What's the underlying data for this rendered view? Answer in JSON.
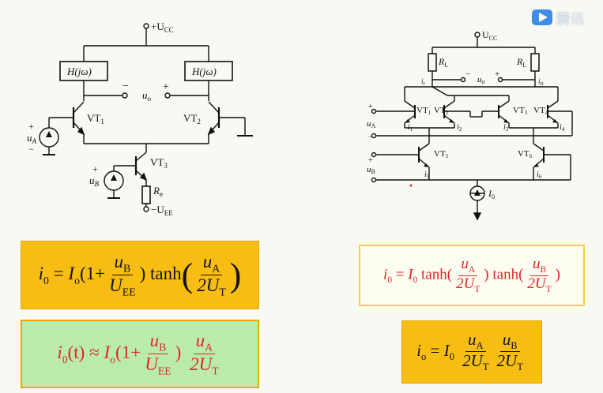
{
  "watermark": {
    "text": "腾讯"
  },
  "left_circuit": {
    "vcc": "+U",
    "vcc_sub": "CC",
    "h_left": "H(jω)",
    "h_right": "H(jω)",
    "uo": "u",
    "uo_sub": "o",
    "minus": "−",
    "plus": "+",
    "vt1": "VT",
    "vt1_sub": "1",
    "vt2": "VT",
    "vt2_sub": "2",
    "vt3": "VT",
    "vt3_sub": "3",
    "ua": "u",
    "ua_sub": "A",
    "ub": "u",
    "ub_sub": "B",
    "re": "R",
    "re_sub": "e",
    "vee": "−U",
    "vee_sub": "EE"
  },
  "right_circuit": {
    "vcc": "U",
    "vcc_sub": "CC",
    "rl1": "R",
    "rl1_sub": "L",
    "rl2": "R",
    "rl2_sub": "L",
    "i_left": "i",
    "i_left_sub": "I",
    "i_right": "i",
    "i_right_sub": "II",
    "uo": "u",
    "uo_sub": "o",
    "minus": "−",
    "plus": "+",
    "vt1": "VT",
    "vt1_sub": "1",
    "vt2": "VT",
    "vt2_sub": "2",
    "vt3": "VT",
    "vt3_sub": "3",
    "vt4": "VT",
    "vt4_sub": "4",
    "vt5": "VT",
    "vt5_sub": "5",
    "vt6": "VT",
    "vt6_sub": "6",
    "i1": "i",
    "i1_sub": "1",
    "i2": "i",
    "i2_sub": "2",
    "i3": "i",
    "i3_sub": "3",
    "i4": "i",
    "i4_sub": "4",
    "i5": "i",
    "i5_sub": "5",
    "i6": "i",
    "i6_sub": "6",
    "ua": "u",
    "ua_sub": "A",
    "ub": "u",
    "ub_sub": "B",
    "i0": "I",
    "i0_sub": "0"
  },
  "formula1": {
    "lhs": "i",
    "lhs_sub": "0",
    "eq": "=",
    "io": "I",
    "io_sub": "o",
    "open": "(1+",
    "num": "u",
    "num_sub": "B",
    "den": "U",
    "den_sub": "EE",
    "close": ")",
    "func": "tanh",
    "num2": "u",
    "num2_sub": "A",
    "den2": "2U",
    "den2_sub": "T"
  },
  "formula2": {
    "lhs": "i",
    "lhs_sub": "0",
    "arg": "(t)",
    "approx": "≈",
    "io": "I",
    "io_sub": "o",
    "open": "(1+",
    "num": "u",
    "num_sub": "B",
    "den": "U",
    "den_sub": "EE",
    "close": ")",
    "num2": "u",
    "num2_sub": "A",
    "den2": "2U",
    "den2_sub": "T"
  },
  "formula3": {
    "lhs": "i",
    "lhs_sub": "0",
    "eq": "=",
    "io": "I",
    "io_sub": "0",
    "func1": "tanh(",
    "num1": "u",
    "num1_sub": "A",
    "den1": "2U",
    "den1_sub": "T",
    "close1": ")",
    "func2": "tanh(",
    "num2": "u",
    "num2_sub": "B",
    "den2": "2U",
    "den2_sub": "T",
    "close2": ")"
  },
  "formula4": {
    "lhs": "i",
    "lhs_sub": "o",
    "eq": "=",
    "io": "I",
    "io_sub": "0",
    "num1": "u",
    "num1_sub": "A",
    "den1": "2U",
    "den1_sub": "T",
    "num2": "u",
    "num2_sub": "B",
    "den2": "2U",
    "den2_sub": "T"
  },
  "colors": {
    "formula_orange": "#f8bd12",
    "formula_green": "#b9ecaa",
    "formula_red": "#e0242a",
    "formula_border_yellow": "#f3d23a"
  },
  "icons": {
    "watermark": "play-logo-icon",
    "transistor": "npn-transistor-icon",
    "source": "voltage-source-icon",
    "current_source": "current-source-icon",
    "ground": "ground-icon"
  }
}
